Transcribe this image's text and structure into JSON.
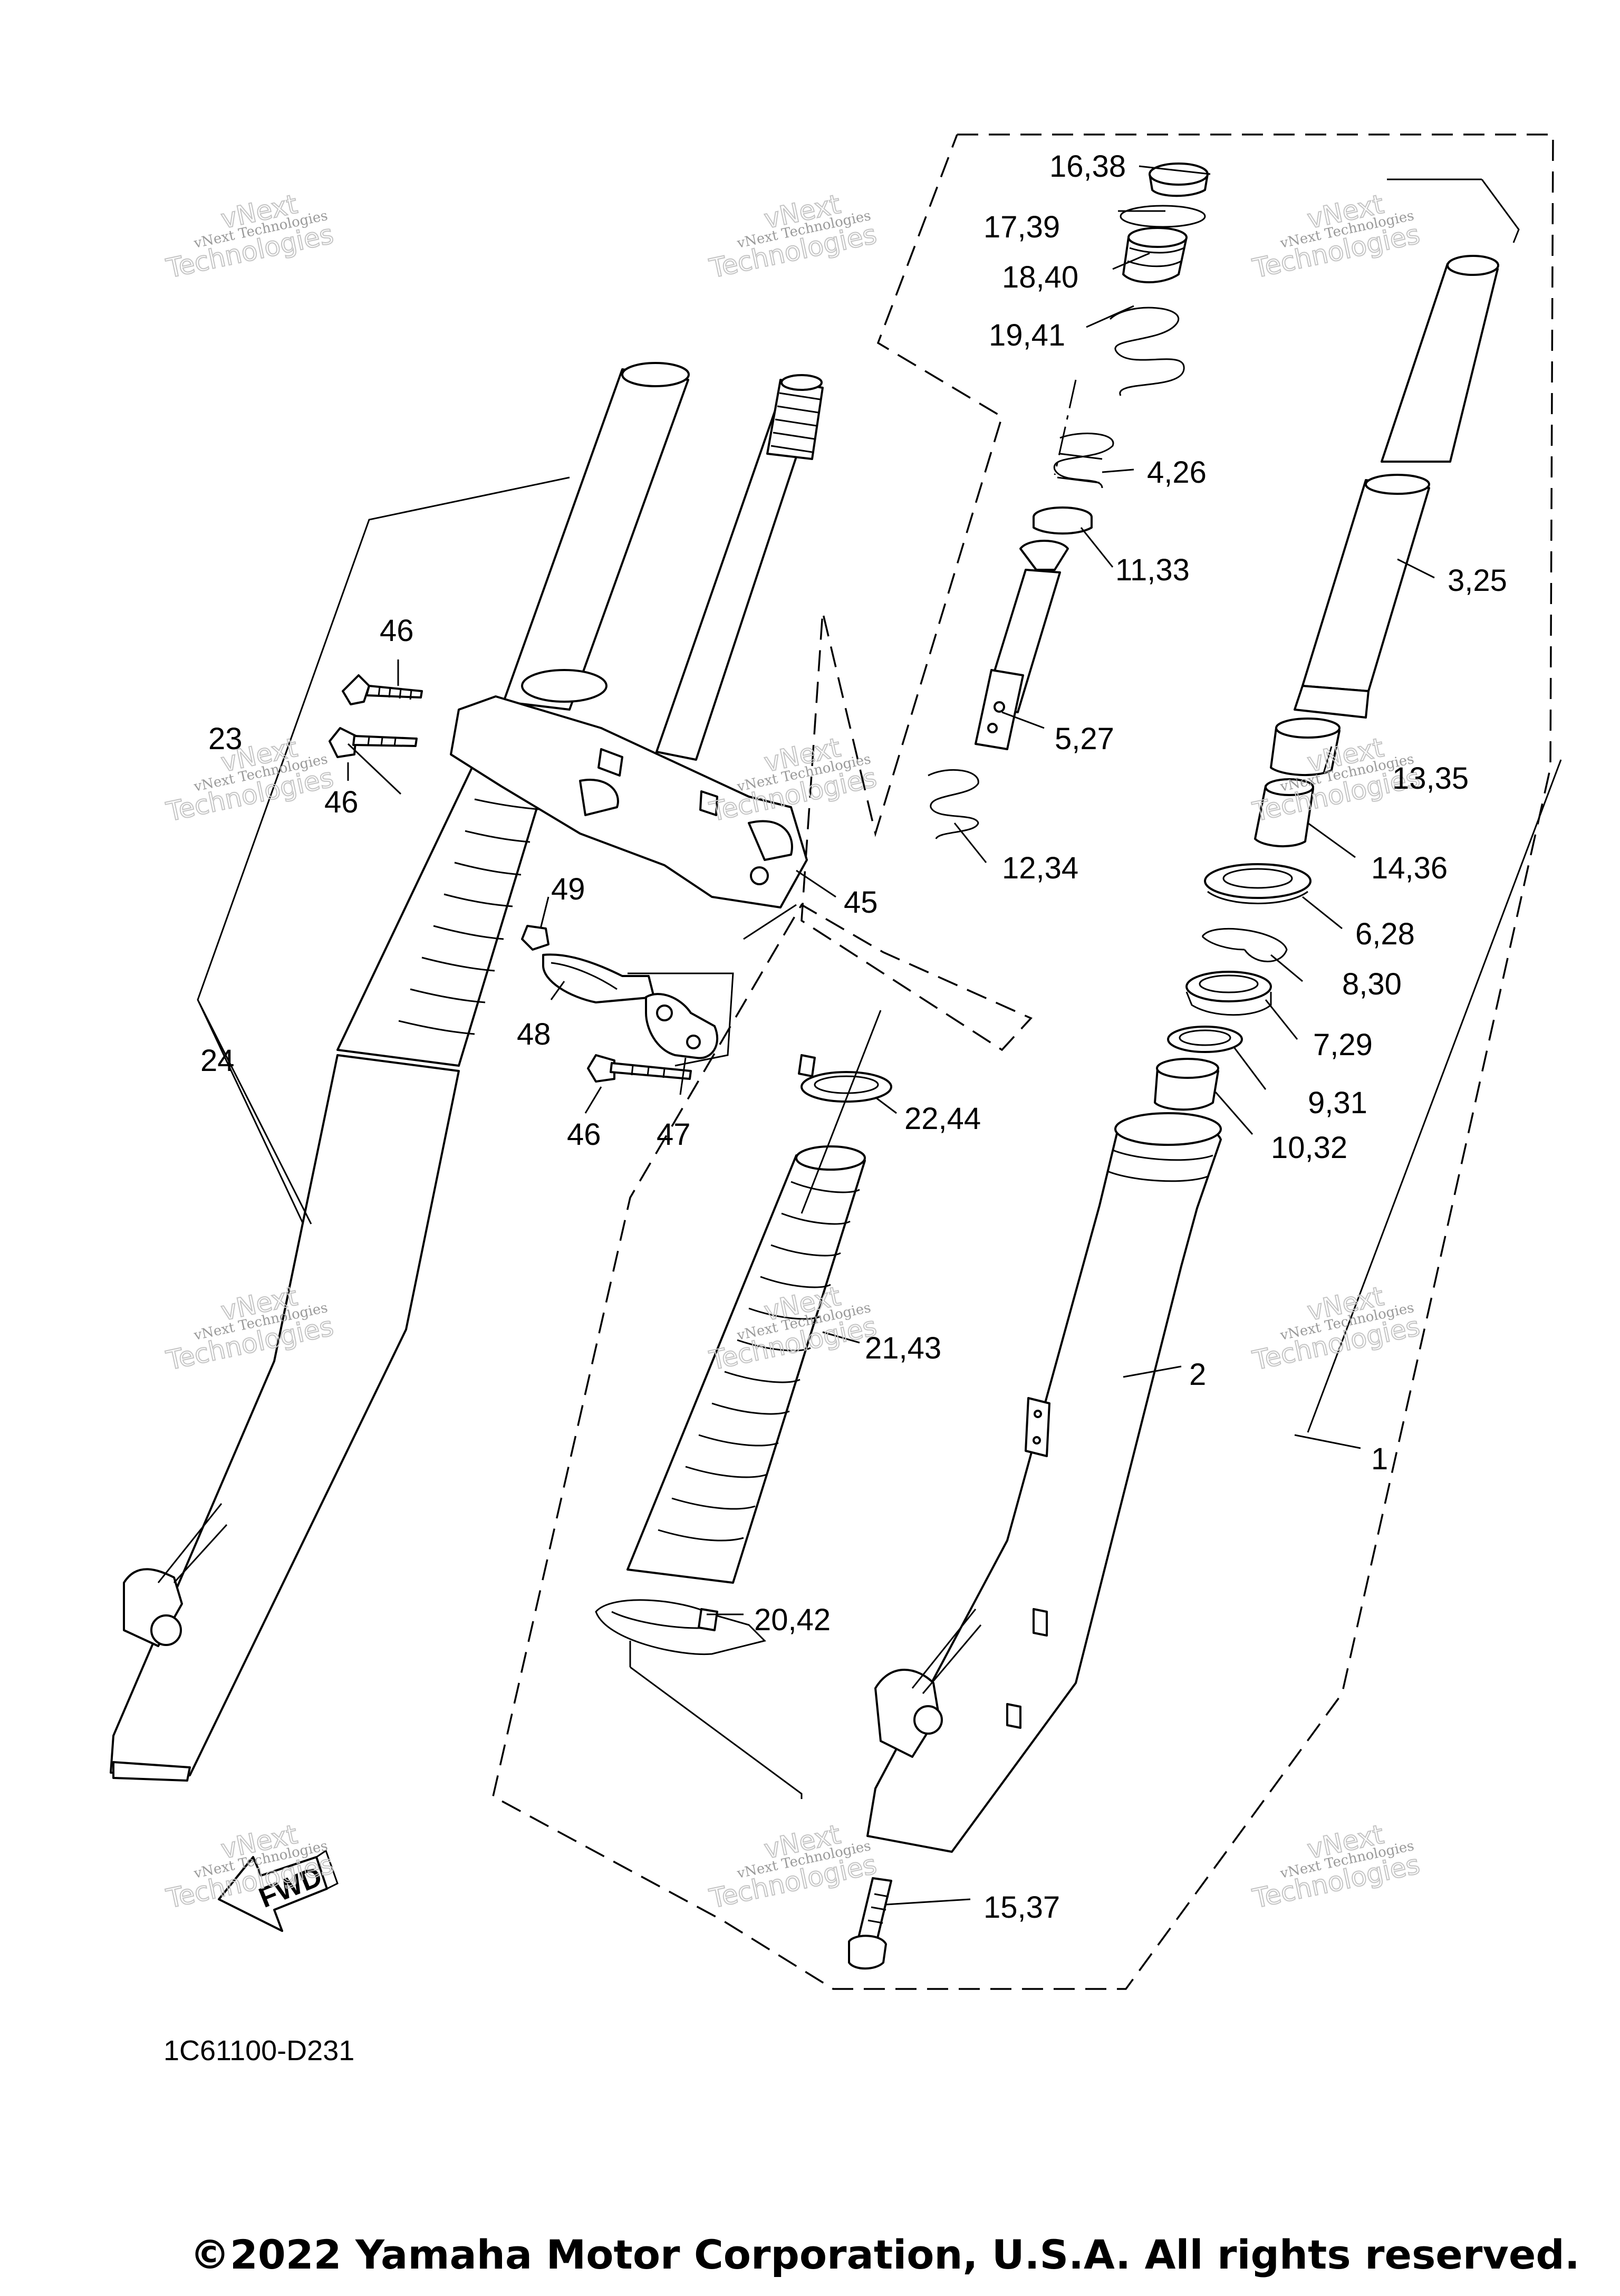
{
  "diagram": {
    "code": "1C61100-D231",
    "fwd_label": "FWD",
    "copyright": "©2022 Yamaha Motor Corporation, U.S.A. All rights reserved.",
    "watermark": {
      "line1": "vNext",
      "line2": "vNext Technologies",
      "line3": "Technologies"
    },
    "callouts": [
      {
        "id": "16-38",
        "label": "16,38"
      },
      {
        "id": "17-39",
        "label": "17,39"
      },
      {
        "id": "18-40",
        "label": "18,40"
      },
      {
        "id": "19-41",
        "label": "19,41"
      },
      {
        "id": "4-26",
        "label": "4,26"
      },
      {
        "id": "11-33",
        "label": "11,33"
      },
      {
        "id": "3-25",
        "label": "3,25"
      },
      {
        "id": "5-27",
        "label": "5,27"
      },
      {
        "id": "13-35",
        "label": "13,35"
      },
      {
        "id": "12-34",
        "label": "12,34"
      },
      {
        "id": "14-36",
        "label": "14,36"
      },
      {
        "id": "45",
        "label": "45"
      },
      {
        "id": "6-28",
        "label": "6,28"
      },
      {
        "id": "8-30",
        "label": "8,30"
      },
      {
        "id": "7-29",
        "label": "7,29"
      },
      {
        "id": "9-31",
        "label": "9,31"
      },
      {
        "id": "10-32",
        "label": "10,32"
      },
      {
        "id": "22-44",
        "label": "22,44"
      },
      {
        "id": "21-43",
        "label": "21,43"
      },
      {
        "id": "2",
        "label": "2"
      },
      {
        "id": "1",
        "label": "1"
      },
      {
        "id": "20-42",
        "label": "20,42"
      },
      {
        "id": "15-37",
        "label": "15,37"
      },
      {
        "id": "46a",
        "label": "46"
      },
      {
        "id": "46b",
        "label": "46"
      },
      {
        "id": "46c",
        "label": "46"
      },
      {
        "id": "23",
        "label": "23"
      },
      {
        "id": "24",
        "label": "24"
      },
      {
        "id": "49",
        "label": "49"
      },
      {
        "id": "48",
        "label": "48"
      },
      {
        "id": "47",
        "label": "47"
      }
    ]
  }
}
